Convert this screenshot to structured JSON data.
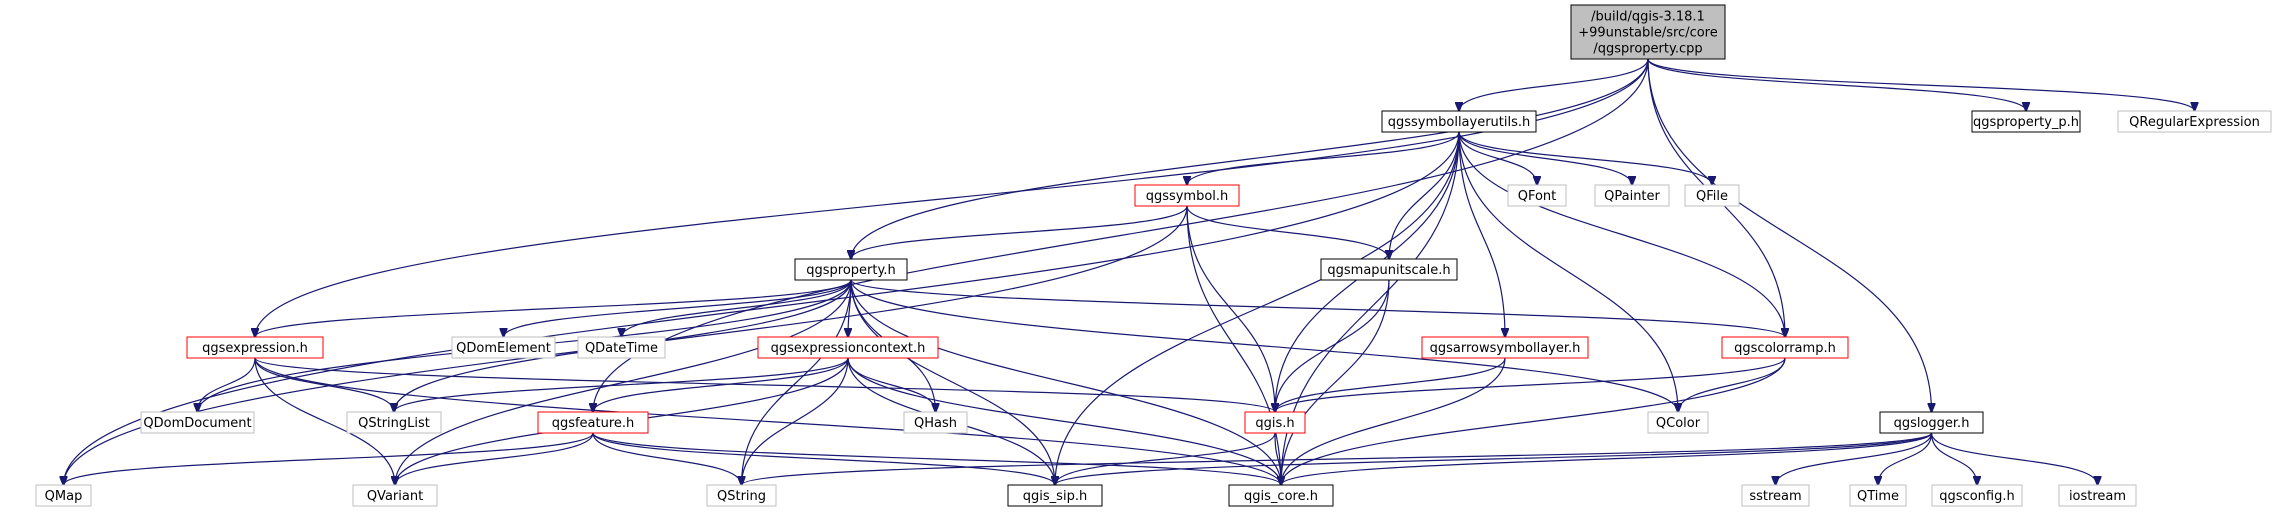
{
  "graph": {
    "nodes": [
      {
        "id": "root",
        "lines": [
          "/build/qgis-3.18.1",
          "+99unstable/src/core",
          "/qgsproperty.cpp"
        ],
        "style": "root"
      },
      {
        "id": "qgssymbollayerutils_h",
        "lines": [
          "qgssymbollayerutils.h"
        ],
        "style": "normal"
      },
      {
        "id": "qgsproperty_p_h",
        "lines": [
          "qgsproperty_p.h"
        ],
        "style": "normal"
      },
      {
        "id": "QRegularExpression",
        "lines": [
          "QRegularExpression"
        ],
        "style": "grey"
      },
      {
        "id": "qgssymbol_h",
        "lines": [
          "qgssymbol.h"
        ],
        "style": "red"
      },
      {
        "id": "QFont",
        "lines": [
          "QFont"
        ],
        "style": "grey"
      },
      {
        "id": "QPainter",
        "lines": [
          "QPainter"
        ],
        "style": "grey"
      },
      {
        "id": "QFile",
        "lines": [
          "QFile"
        ],
        "style": "grey"
      },
      {
        "id": "qgsproperty_h",
        "lines": [
          "qgsproperty.h"
        ],
        "style": "normal"
      },
      {
        "id": "qgsmapunitscale_h",
        "lines": [
          "qgsmapunitscale.h"
        ],
        "style": "normal"
      },
      {
        "id": "qgsexpression_h",
        "lines": [
          "qgsexpression.h"
        ],
        "style": "red"
      },
      {
        "id": "QDomElement",
        "lines": [
          "QDomElement"
        ],
        "style": "grey"
      },
      {
        "id": "QDateTime",
        "lines": [
          "QDateTime"
        ],
        "style": "grey"
      },
      {
        "id": "qgsexpressioncontext_h",
        "lines": [
          "qgsexpressioncontext.h"
        ],
        "style": "red"
      },
      {
        "id": "qgsarrowsymbollayer_h",
        "lines": [
          "qgsarrowsymbollayer.h"
        ],
        "style": "red"
      },
      {
        "id": "qgscolorramp_h",
        "lines": [
          "qgscolorramp.h"
        ],
        "style": "red"
      },
      {
        "id": "QDomDocument",
        "lines": [
          "QDomDocument"
        ],
        "style": "grey"
      },
      {
        "id": "QStringList",
        "lines": [
          "QStringList"
        ],
        "style": "grey"
      },
      {
        "id": "qgsfeature_h",
        "lines": [
          "qgsfeature.h"
        ],
        "style": "red"
      },
      {
        "id": "QHash",
        "lines": [
          "QHash"
        ],
        "style": "grey"
      },
      {
        "id": "qgis_h",
        "lines": [
          "qgis.h"
        ],
        "style": "red"
      },
      {
        "id": "QColor",
        "lines": [
          "QColor"
        ],
        "style": "grey"
      },
      {
        "id": "qgslogger_h",
        "lines": [
          "qgslogger.h"
        ],
        "style": "normal"
      },
      {
        "id": "QMap",
        "lines": [
          "QMap"
        ],
        "style": "grey"
      },
      {
        "id": "QVariant",
        "lines": [
          "QVariant"
        ],
        "style": "grey"
      },
      {
        "id": "QString",
        "lines": [
          "QString"
        ],
        "style": "grey"
      },
      {
        "id": "qgis_sip_h",
        "lines": [
          "qgis_sip.h"
        ],
        "style": "normal"
      },
      {
        "id": "qgis_core_h",
        "lines": [
          "qgis_core.h"
        ],
        "style": "normal"
      },
      {
        "id": "sstream",
        "lines": [
          "sstream"
        ],
        "style": "grey"
      },
      {
        "id": "QTime",
        "lines": [
          "QTime"
        ],
        "style": "grey"
      },
      {
        "id": "qgsconfig_h",
        "lines": [
          "qgsconfig.h"
        ],
        "style": "grey"
      },
      {
        "id": "iostream",
        "lines": [
          "iostream"
        ],
        "style": "grey"
      }
    ],
    "edges": [
      [
        "root",
        "qgssymbollayerutils_h"
      ],
      [
        "root",
        "qgsproperty_p_h"
      ],
      [
        "root",
        "QRegularExpression"
      ],
      [
        "root",
        "qgslogger_h"
      ],
      [
        "root",
        "qgscolorramp_h"
      ],
      [
        "root",
        "qgsproperty_h"
      ],
      [
        "root",
        "qgsexpression_h"
      ],
      [
        "root",
        "qgsfeature_h"
      ],
      [
        "qgssymbollayerutils_h",
        "QMap"
      ],
      [
        "qgssymbollayerutils_h",
        "qgssymbol_h"
      ],
      [
        "qgssymbollayerutils_h",
        "QFont"
      ],
      [
        "qgssymbollayerutils_h",
        "QPainter"
      ],
      [
        "qgssymbollayerutils_h",
        "QFile"
      ],
      [
        "qgssymbollayerutils_h",
        "qgsmapunitscale_h"
      ],
      [
        "qgssymbollayerutils_h",
        "qgsarrowsymbollayer_h"
      ],
      [
        "qgssymbollayerutils_h",
        "qgscolorramp_h"
      ],
      [
        "qgssymbollayerutils_h",
        "QColor"
      ],
      [
        "qgssymbollayerutils_h",
        "qgis_h"
      ],
      [
        "qgssymbollayerutils_h",
        "qgis_sip_h"
      ],
      [
        "qgssymbollayerutils_h",
        "qgis_core_h"
      ],
      [
        "qgssymbol_h",
        "qgsproperty_h"
      ],
      [
        "qgssymbol_h",
        "qgsmapunitscale_h"
      ],
      [
        "qgssymbol_h",
        "qgis_h"
      ],
      [
        "qgssymbol_h",
        "qgis_core_h"
      ],
      [
        "qgssymbol_h",
        "QMap"
      ],
      [
        "qgsproperty_h",
        "qgsexpression_h"
      ],
      [
        "qgsproperty_h",
        "QDomElement"
      ],
      [
        "qgsproperty_h",
        "QDateTime"
      ],
      [
        "qgsproperty_h",
        "qgsexpressioncontext_h"
      ],
      [
        "qgsproperty_h",
        "qgscolorramp_h"
      ],
      [
        "qgsproperty_h",
        "QColor"
      ],
      [
        "qgsproperty_h",
        "QDomDocument"
      ],
      [
        "qgsproperty_h",
        "QStringList"
      ],
      [
        "qgsproperty_h",
        "QVariant"
      ],
      [
        "qgsproperty_h",
        "QString"
      ],
      [
        "qgsproperty_h",
        "QHash"
      ],
      [
        "qgsproperty_h",
        "qgis_sip_h"
      ],
      [
        "qgsproperty_h",
        "qgis_core_h"
      ],
      [
        "qgsmapunitscale_h",
        "qgis_h"
      ],
      [
        "qgsmapunitscale_h",
        "qgis_core_h"
      ],
      [
        "qgsexpression_h",
        "QDomDocument"
      ],
      [
        "qgsexpression_h",
        "QStringList"
      ],
      [
        "qgsexpression_h",
        "QVariant"
      ],
      [
        "qgsexpression_h",
        "qgis_h"
      ],
      [
        "qgsexpression_h",
        "qgis_core_h"
      ],
      [
        "qgsexpressioncontext_h",
        "QStringList"
      ],
      [
        "qgsexpressioncontext_h",
        "qgsfeature_h"
      ],
      [
        "qgsexpressioncontext_h",
        "QHash"
      ],
      [
        "qgsexpressioncontext_h",
        "QString"
      ],
      [
        "qgsexpressioncontext_h",
        "QVariant"
      ],
      [
        "qgsexpressioncontext_h",
        "qgis_sip_h"
      ],
      [
        "qgsexpressioncontext_h",
        "qgis_core_h"
      ],
      [
        "qgsarrowsymbollayer_h",
        "qgis_h"
      ],
      [
        "qgsarrowsymbollayer_h",
        "qgis_core_h"
      ],
      [
        "qgscolorramp_h",
        "qgis_h"
      ],
      [
        "qgscolorramp_h",
        "QColor"
      ],
      [
        "qgscolorramp_h",
        "qgis_core_h"
      ],
      [
        "qgsfeature_h",
        "QMap"
      ],
      [
        "qgsfeature_h",
        "QVariant"
      ],
      [
        "qgsfeature_h",
        "QString"
      ],
      [
        "qgsfeature_h",
        "qgis_sip_h"
      ],
      [
        "qgsfeature_h",
        "qgis_core_h"
      ],
      [
        "qgis_h",
        "qgis_sip_h"
      ],
      [
        "qgis_h",
        "qgis_core_h"
      ],
      [
        "qgslogger_h",
        "QString"
      ],
      [
        "qgslogger_h",
        "qgis_sip_h"
      ],
      [
        "qgslogger_h",
        "qgis_core_h"
      ],
      [
        "qgslogger_h",
        "sstream"
      ],
      [
        "qgslogger_h",
        "QTime"
      ],
      [
        "qgslogger_h",
        "qgsconfig_h"
      ],
      [
        "qgslogger_h",
        "iostream"
      ]
    ]
  },
  "colors": {
    "edge": "#191970",
    "root_fill": "#bfbfbf",
    "normal_border": "#000000",
    "red_border": "#ff0000",
    "grey_border": "#bfbfbf"
  }
}
